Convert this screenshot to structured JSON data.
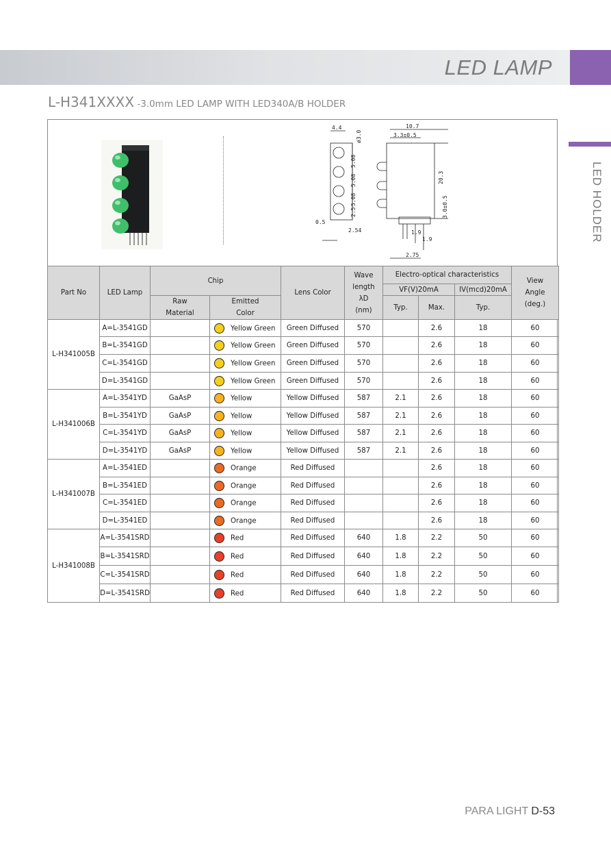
{
  "header": {
    "title": "LED LAMP",
    "side_label": "LED HOLDER"
  },
  "subtitle": {
    "code": "L-H341XXXX",
    "description": " -3.0mm LED LAMP WITH LED340A/B HOLDER"
  },
  "drawing_labels": {
    "d1": "4.4",
    "d2": "10.7",
    "d3": "3.3±0.5",
    "d4": "ø3.0",
    "d5": "5.08",
    "d6": "5.08",
    "d7": "5.08",
    "d8": "2.5",
    "d9": "20.3",
    "d10": "3.0±0.5",
    "d11": "0.5",
    "d12": "2.54",
    "d13": "1.9",
    "d14": "1.9",
    "d15": "2.75"
  },
  "table": {
    "headers": {
      "part_no": "Part No",
      "led_lamp": "LED Lamp",
      "chip": "Chip",
      "raw_material": "Raw Material",
      "emitted_color": "Emitted Color",
      "lens_color": "Lens Color",
      "wavelength": "Wave length λD (nm)",
      "electro": "Electro-optical characteristics",
      "vf": "VF(V)20mA",
      "iv": "IV(mcd)20mA",
      "typ": "Typ.",
      "max": "Max.",
      "typ2": "Typ.",
      "view_angle": "View Angle (deg.)"
    },
    "groups": [
      {
        "part_no": "L-H341005B",
        "rows": [
          {
            "lamp": "A=L-3541GD",
            "raw": "",
            "dot_color": "#f4d01a",
            "emitted": "Yellow Green",
            "lens": "Green Diffused",
            "wave": "570",
            "vf_typ": "",
            "vf_max": "2.6",
            "iv": "18",
            "angle": "60"
          },
          {
            "lamp": "B=L-3541GD",
            "raw": "",
            "dot_color": "#f4d01a",
            "emitted": "Yellow Green",
            "lens": "Green Diffused",
            "wave": "570",
            "vf_typ": "",
            "vf_max": "2.6",
            "iv": "18",
            "angle": "60"
          },
          {
            "lamp": "C=L-3541GD",
            "raw": "",
            "dot_color": "#f4d01a",
            "emitted": "Yellow Green",
            "lens": "Green Diffused",
            "wave": "570",
            "vf_typ": "",
            "vf_max": "2.6",
            "iv": "18",
            "angle": "60"
          },
          {
            "lamp": "D=L-3541GD",
            "raw": "",
            "dot_color": "#f4d01a",
            "emitted": "Yellow Green",
            "lens": "Green Diffused",
            "wave": "570",
            "vf_typ": "",
            "vf_max": "2.6",
            "iv": "18",
            "angle": "60"
          }
        ]
      },
      {
        "part_no": "L-H341006B",
        "rows": [
          {
            "lamp": "A=L-3541YD",
            "raw": "GaAsP",
            "dot_color": "#f7b21e",
            "emitted": "Yellow",
            "lens": "Yellow Diffused",
            "wave": "587",
            "vf_typ": "2.1",
            "vf_max": "2.6",
            "iv": "18",
            "angle": "60"
          },
          {
            "lamp": "B=L-3541YD",
            "raw": "GaAsP",
            "dot_color": "#f7b21e",
            "emitted": "Yellow",
            "lens": "Yellow Diffused",
            "wave": "587",
            "vf_typ": "2.1",
            "vf_max": "2.6",
            "iv": "18",
            "angle": "60"
          },
          {
            "lamp": "C=L-3541YD",
            "raw": "GaAsP",
            "dot_color": "#f7b21e",
            "emitted": "Yellow",
            "lens": "Yellow Diffused",
            "wave": "587",
            "vf_typ": "2.1",
            "vf_max": "2.6",
            "iv": "18",
            "angle": "60"
          },
          {
            "lamp": "D=L-3541YD",
            "raw": "GaAsP",
            "dot_color": "#f7b21e",
            "emitted": "Yellow",
            "lens": "Yellow Diffused",
            "wave": "587",
            "vf_typ": "2.1",
            "vf_max": "2.6",
            "iv": "18",
            "angle": "60"
          }
        ]
      },
      {
        "part_no": "L-H341007B",
        "rows": [
          {
            "lamp": "A=L-3541ED",
            "raw": "",
            "dot_color": "#ec6a23",
            "emitted": "Orange",
            "lens": "Red Diffused",
            "wave": "",
            "vf_typ": "",
            "vf_max": "2.6",
            "iv": "18",
            "angle": "60"
          },
          {
            "lamp": "B=L-3541ED",
            "raw": "",
            "dot_color": "#ec6a23",
            "emitted": "Orange",
            "lens": "Red Diffused",
            "wave": "",
            "vf_typ": "",
            "vf_max": "2.6",
            "iv": "18",
            "angle": "60"
          },
          {
            "lamp": "C=L-3541ED",
            "raw": "",
            "dot_color": "#ec6a23",
            "emitted": "Orange",
            "lens": "Red Diffused",
            "wave": "",
            "vf_typ": "",
            "vf_max": "2.6",
            "iv": "18",
            "angle": "60"
          },
          {
            "lamp": "D=L-3541ED",
            "raw": "",
            "dot_color": "#ec6a23",
            "emitted": "Orange",
            "lens": "Red Diffused",
            "wave": "",
            "vf_typ": "",
            "vf_max": "2.6",
            "iv": "18",
            "angle": "60"
          }
        ]
      },
      {
        "part_no": "L-H341008B",
        "rows": [
          {
            "lamp": "A=L-3541SRD",
            "raw": "",
            "dot_color": "#e8402a",
            "emitted": "Red",
            "lens": "Red Diffused",
            "wave": "640",
            "vf_typ": "1.8",
            "vf_max": "2.2",
            "iv": "50",
            "angle": "60"
          },
          {
            "lamp": "B=L-3541SRD",
            "raw": "",
            "dot_color": "#e8402a",
            "emitted": "Red",
            "lens": "Red Diffused",
            "wave": "640",
            "vf_typ": "1.8",
            "vf_max": "2.2",
            "iv": "50",
            "angle": "60"
          },
          {
            "lamp": "C=L-3541SRD",
            "raw": "",
            "dot_color": "#e8402a",
            "emitted": "Red",
            "lens": "Red Diffused",
            "wave": "640",
            "vf_typ": "1.8",
            "vf_max": "2.2",
            "iv": "50",
            "angle": "60"
          },
          {
            "lamp": "D=L-3541SRD",
            "raw": "",
            "dot_color": "#e8402a",
            "emitted": "Red",
            "lens": "Red Diffused",
            "wave": "640",
            "vf_typ": "1.8",
            "vf_max": "2.2",
            "iv": "50",
            "angle": "60"
          }
        ]
      }
    ]
  },
  "footer": {
    "brand": "PARA LIGHT",
    "page": "D-53"
  },
  "colors": {
    "accent_purple": "#8b62b0",
    "led_green": "#3fbf6a"
  }
}
